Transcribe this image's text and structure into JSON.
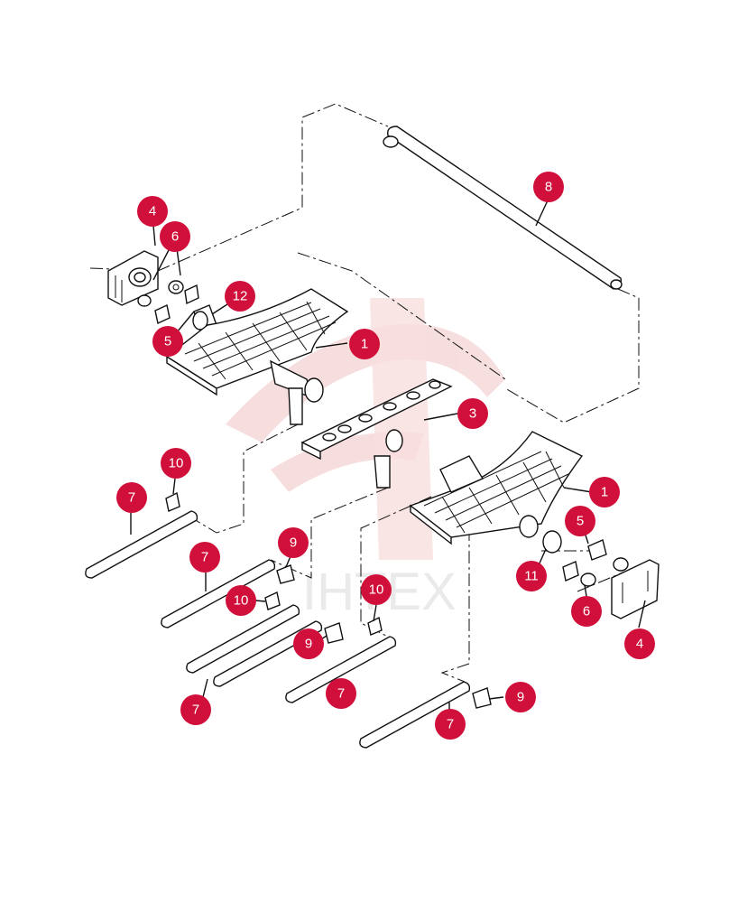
{
  "callouts": [
    {
      "label": "8"
    },
    {
      "label": "4"
    },
    {
      "label": "6"
    },
    {
      "label": "12"
    },
    {
      "label": "5"
    },
    {
      "label": "1"
    },
    {
      "label": "3"
    },
    {
      "label": "1"
    },
    {
      "label": "5"
    },
    {
      "label": "11"
    },
    {
      "label": "6"
    },
    {
      "label": "4"
    },
    {
      "label": "10"
    },
    {
      "label": "7"
    },
    {
      "label": "7"
    },
    {
      "label": "9"
    },
    {
      "label": "10"
    },
    {
      "label": "10"
    },
    {
      "label": "9"
    },
    {
      "label": "7"
    },
    {
      "label": "7"
    },
    {
      "label": "9"
    },
    {
      "label": "7"
    }
  ],
  "watermark": {
    "text": "IHTEX"
  },
  "colors": {
    "callout": "#d0103a",
    "line": "#111111",
    "watermark": "#f2c4c4"
  }
}
